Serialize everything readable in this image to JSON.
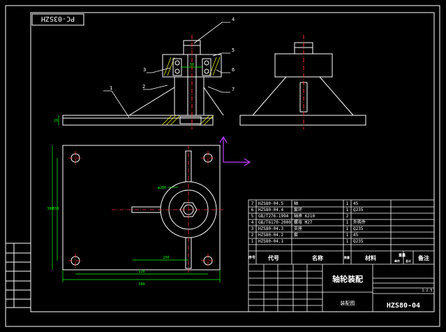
{
  "drawing": {
    "sheet_code": "PC-03SZH",
    "title_cn": "轴轮装配",
    "view_label": "装配图",
    "drawing_number": "HZS80-04",
    "scale": "1:2.5",
    "callouts": [
      "1",
      "2",
      "3",
      "4",
      "5",
      "6",
      "7"
    ],
    "dims": {
      "base_thickness": "20",
      "bore": "50",
      "hole_dia": "φ200",
      "offset": "250",
      "width_inner": "520",
      "width_outer": "580",
      "height_inner": "350",
      "height_outer": "380"
    }
  },
  "bom": {
    "rows": [
      {
        "no": "7",
        "code": "HZS80-04.5",
        "name": "轴",
        "qty": "1",
        "material": "45"
      },
      {
        "no": "6",
        "code": "HZS80-04.4",
        "name": "套环",
        "qty": "1",
        "material": "Q235"
      },
      {
        "no": "5",
        "code": "GB/T276-1994",
        "name": "轴承 6210",
        "qty": "2",
        "material": ""
      },
      {
        "no": "4",
        "code": "GB/T6170-2000",
        "name": "螺母 M27",
        "qty": "1",
        "material": "外购件"
      },
      {
        "no": "3",
        "code": "HZS80-04.3",
        "name": "支座",
        "qty": "1",
        "material": "Q235"
      },
      {
        "no": "2",
        "code": "HZS80-04.2",
        "name": "套",
        "qty": "1",
        "material": "45"
      },
      {
        "no": "1",
        "code": "HZS80-04.1",
        "name": "",
        "qty": "1",
        "material": "Q235"
      }
    ],
    "headers": {
      "no": "序号",
      "code": "代号",
      "name": "名称",
      "qty": "数量",
      "material": "材料",
      "weight": "重量",
      "remark": "备注",
      "single": "单件",
      "total": "总计"
    }
  },
  "colors": {
    "frame": "#ffffff",
    "part": "#ffffff",
    "center": "#ff3030",
    "dim": "#00ff00",
    "callout": "#ffffff",
    "hatch": "#ffff00",
    "cursor": "#c040ff"
  }
}
